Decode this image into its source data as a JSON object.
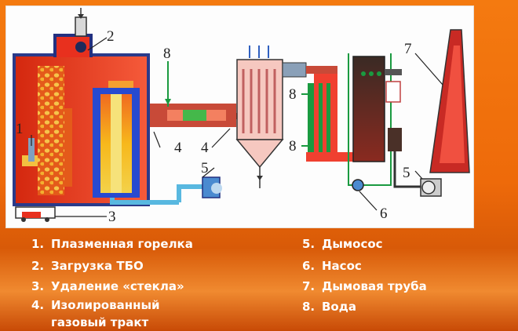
{
  "diagram": {
    "callouts": {
      "c1": "1",
      "c2": "2",
      "c3": "3",
      "c4a": "4",
      "c4b": "4",
      "c5a": "5",
      "c5b": "5",
      "c6": "6",
      "c7": "7",
      "c8a": "8",
      "c8b": "8",
      "c8c": "8"
    }
  },
  "legend": {
    "items": [
      {
        "num": "1.",
        "text": "Плазменная горелка"
      },
      {
        "num": "2.",
        "text": "Загрузка ТБО"
      },
      {
        "num": "3.",
        "text": "Удаление «стекла»"
      },
      {
        "num": "4.",
        "text": "Изолированный"
      },
      {
        "num": "",
        "text": "газовый тракт"
      },
      {
        "num": "5.",
        "text": "Дымосос"
      },
      {
        "num": "6.",
        "text": "Насос"
      },
      {
        "num": "7.",
        "text": "Дымовая труба"
      },
      {
        "num": "8.",
        "text": "Вода"
      }
    ]
  },
  "colors": {
    "background": "#ee6a0a",
    "furnace": "#e8301e",
    "duct": "#58b8e0",
    "water": "#1a9a40",
    "text": "#ffffff"
  }
}
